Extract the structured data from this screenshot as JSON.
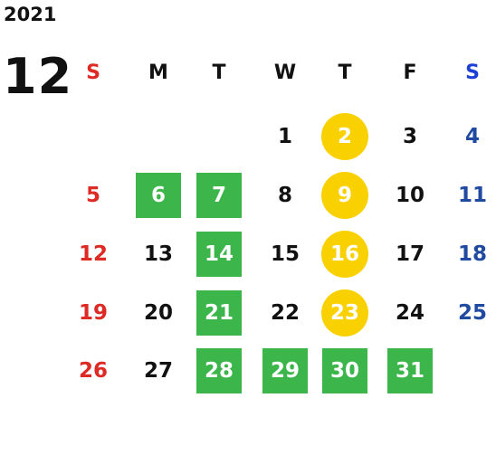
{
  "year": "2021",
  "month": "12",
  "colors": {
    "sunday": "#dd2a25",
    "saturday_header": "#1d3fd6",
    "saturday": "#1f4aa0",
    "weekday": "#111111",
    "green_highlight": "#3cb54a",
    "yellow_highlight": "#f9d100"
  },
  "weekdays": [
    "S",
    "M",
    "T",
    "W",
    "T",
    "F",
    "S"
  ],
  "weeks": [
    [
      null,
      null,
      null,
      {
        "day": "1"
      },
      {
        "day": "2",
        "mark": "yellow"
      },
      {
        "day": "3"
      },
      {
        "day": "4"
      }
    ],
    [
      {
        "day": "5"
      },
      {
        "day": "6",
        "mark": "green"
      },
      {
        "day": "7",
        "mark": "green"
      },
      {
        "day": "8"
      },
      {
        "day": "9",
        "mark": "yellow"
      },
      {
        "day": "10"
      },
      {
        "day": "11"
      }
    ],
    [
      {
        "day": "12"
      },
      {
        "day": "13"
      },
      {
        "day": "14",
        "mark": "green"
      },
      {
        "day": "15"
      },
      {
        "day": "16",
        "mark": "yellow"
      },
      {
        "day": "17"
      },
      {
        "day": "18"
      }
    ],
    [
      {
        "day": "19"
      },
      {
        "day": "20"
      },
      {
        "day": "21",
        "mark": "green"
      },
      {
        "day": "22"
      },
      {
        "day": "23",
        "mark": "yellow"
      },
      {
        "day": "24"
      },
      {
        "day": "25"
      }
    ],
    [
      {
        "day": "26"
      },
      {
        "day": "27"
      },
      {
        "day": "28",
        "mark": "green"
      },
      {
        "day": "29",
        "mark": "green"
      },
      {
        "day": "30",
        "mark": "green"
      },
      {
        "day": "31",
        "mark": "green"
      },
      null
    ]
  ]
}
